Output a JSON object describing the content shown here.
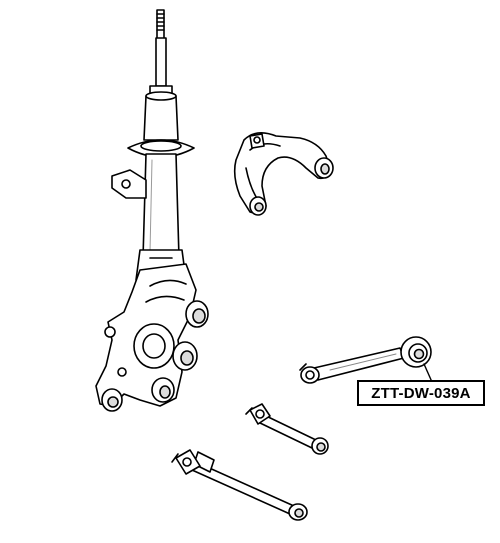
{
  "diagram": {
    "callout_label": "ZTT-DW-039A"
  },
  "colors": {
    "line": "#000000",
    "background": "#ffffff",
    "shading": "#dcdcdc"
  },
  "parts": [
    "shock-absorber",
    "steering-knuckle",
    "upper-control-arm",
    "lateral-link-with-bushing",
    "lower-link",
    "trailing-link"
  ]
}
